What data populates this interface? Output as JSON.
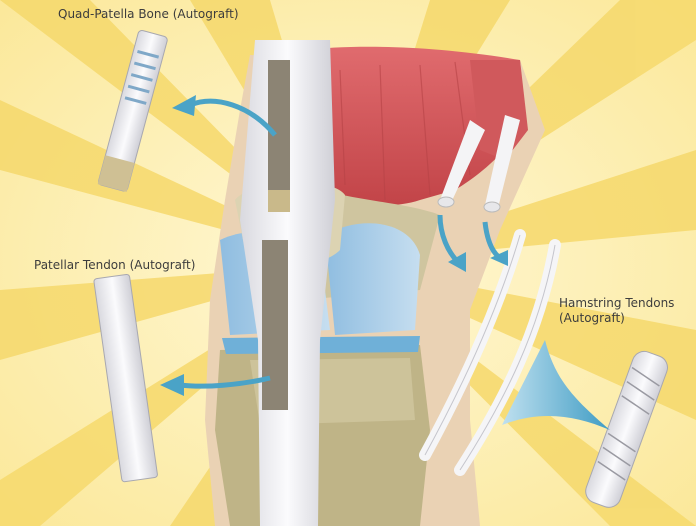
{
  "labels": {
    "quad_patella": "Quad-Patella Bone (Autograft)",
    "patellar_tendon": "Patellar Tendon (Autograft)",
    "hamstring_line1": "Hamstring Tendons",
    "hamstring_line2": "(Autograft)"
  },
  "colors": {
    "background_light": "#fdf3b8",
    "background_ray": "#f7d86a",
    "muscle": "#d8585c",
    "skin": "#ead2b4",
    "tendon": "#f2f2f4",
    "cartilage": "#a8cce6",
    "bone": "#d7cfae",
    "arrow": "#4aa3c7"
  }
}
